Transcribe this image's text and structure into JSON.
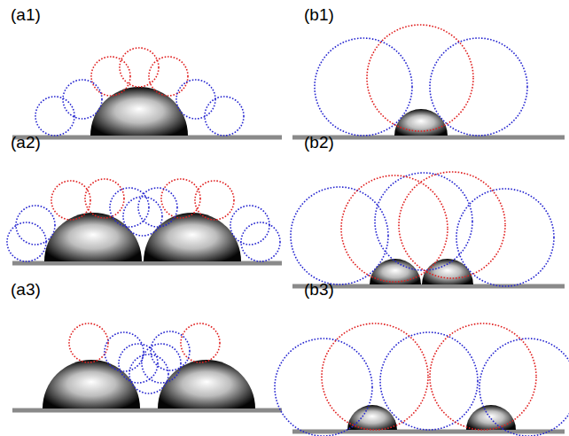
{
  "diagram": {
    "labels": [
      "(a1)",
      "(b1)",
      "(a2)",
      "(b2)",
      "(a3)",
      "(b3)"
    ]
  }
}
